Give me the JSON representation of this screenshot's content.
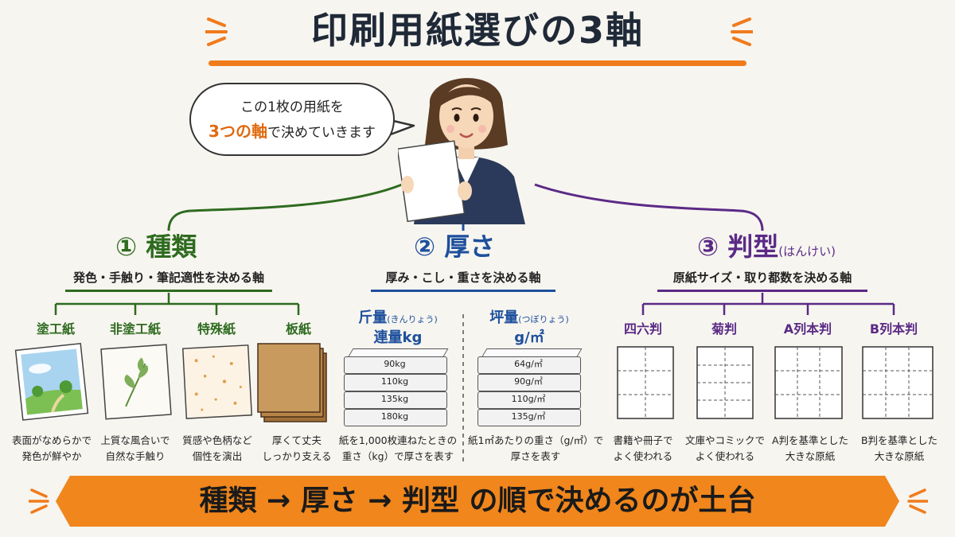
{
  "title": "印刷用紙選びの3軸",
  "speech": {
    "line1": "この1枚の用紙を",
    "line2_highlight": "3つの軸",
    "line2_rest": "で決めていきます"
  },
  "type_axis": {
    "title": "① 種類",
    "subtitle": "発色・手触り・筆記適性を決める軸",
    "items": [
      {
        "label": "塗工紙",
        "desc1": "表面がなめらかで",
        "desc2": "発色が鮮やか"
      },
      {
        "label": "非塗工紙",
        "desc1": "上質な風合いで",
        "desc2": "自然な手触り"
      },
      {
        "label": "特殊紙",
        "desc1": "質感や色柄など",
        "desc2": "個性を演出"
      },
      {
        "label": "板紙",
        "desc1": "厚くて丈夫",
        "desc2": "しっかり支える"
      }
    ]
  },
  "thickness_axis": {
    "title": "② 厚さ",
    "subtitle": "厚み・こし・重さを決める軸",
    "left": {
      "label": "斤量",
      "reading": "(きんりょう)",
      "unit_label": "連量kg",
      "weights": [
        "90kg",
        "110kg",
        "135kg",
        "180kg"
      ],
      "desc1": "紙を1,000枚連ねたときの",
      "desc2": "重さ（kg）で厚さを表す"
    },
    "right": {
      "label": "坪量",
      "reading": "(つぼりょう)",
      "unit_label": "g/㎡",
      "weights": [
        "64g/㎡",
        "90g/㎡",
        "110g/㎡",
        "135g/㎡"
      ],
      "desc1": "紙1㎡あたりの重さ（g/㎡）で",
      "desc2": "厚さを表す"
    }
  },
  "size_axis": {
    "title": "③ 判型",
    "reading": "(はんけい)",
    "subtitle": "原紙サイズ・取り都数を決める軸",
    "items": [
      {
        "label": "四六判",
        "desc1": "書籍や冊子で",
        "desc2": "よく使われる"
      },
      {
        "label": "菊判",
        "desc1": "文庫やコミックで",
        "desc2": "よく使われる"
      },
      {
        "label": "A列本判",
        "desc1": "A判を基準とした",
        "desc2": "大きな原紙"
      },
      {
        "label": "B列本判",
        "desc1": "B判を基準とした",
        "desc2": "大きな原紙"
      }
    ]
  },
  "footer": "種類 → 厚さ → 判型 の順で決めるのが土台",
  "colors": {
    "accent": "#f07b1c",
    "green": "#2e6b1f",
    "blue": "#1d4f9c",
    "purple": "#5b2a86"
  }
}
